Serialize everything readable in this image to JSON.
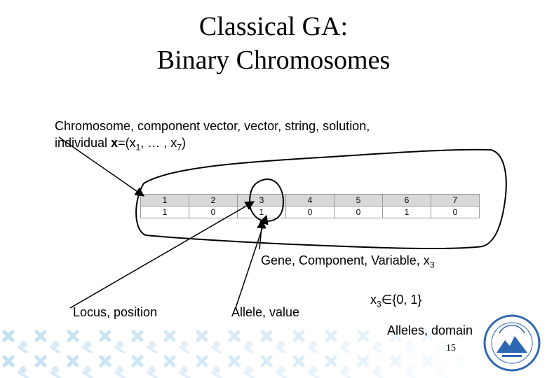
{
  "title": {
    "line1": "Classical GA:",
    "line2": "Binary Chromosomes"
  },
  "intro": {
    "line1": "Chromosome, component vector, vector, string, solution,",
    "line2_prefix": "individual ",
    "line2_var": "x",
    "line2_open": "=(x",
    "line2_sub1": "1",
    "line2_mid": ", … , x",
    "line2_sub2": "7",
    "line2_close": ")"
  },
  "table": {
    "indices": [
      "1",
      "2",
      "3",
      "4",
      "5",
      "6",
      "7"
    ],
    "values": [
      "1",
      "0",
      "1",
      "0",
      "0",
      "1",
      "0"
    ]
  },
  "labels": {
    "gene": {
      "text": "Gene, Component, Variable, x",
      "sub": "3"
    },
    "locus": "Locus, position",
    "allele": "Allele, value",
    "domain_var": "x",
    "domain_sub": "3",
    "domain_set": "∈{0, 1}",
    "alleles_domain": "Alleles, domain"
  },
  "page_number": "15",
  "colors": {
    "cell_header": "#d8d8d8",
    "logo": "#2e67b1",
    "pattern": "#b9dcf3"
  },
  "logo_icon": "university-seal-logo"
}
